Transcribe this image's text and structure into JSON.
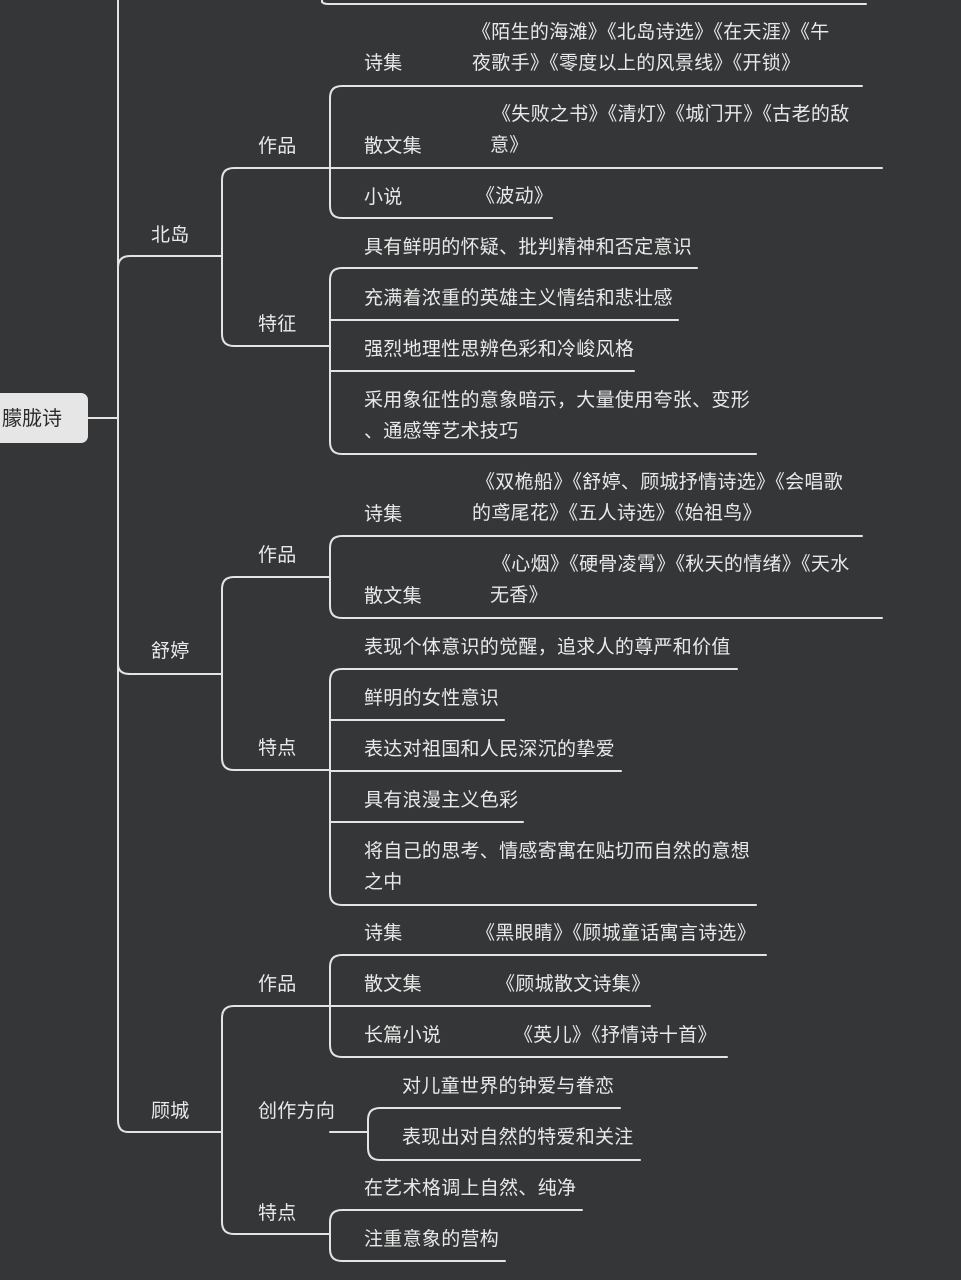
{
  "root": "朦胧诗",
  "poets": [
    {
      "name": "北岛",
      "groups": [
        {
          "label": "作品",
          "items": [
            {
              "label": "诗集",
              "detail": [
                "《陌生的海滩》《北岛诗选》《在天涯》《午",
                "夜歌手》《零度以上的风景线》《开锁》"
              ]
            },
            {
              "label": "散文集",
              "detail": [
                "《失败之书》《清灯》《城门开》《古老的敌",
                "意》"
              ]
            },
            {
              "label": "小说",
              "detail": [
                "《波动》"
              ]
            }
          ]
        },
        {
          "label": "特征",
          "items": [
            {
              "text": [
                "具有鲜明的怀疑、批判精神和否定意识"
              ]
            },
            {
              "text": [
                "充满着浓重的英雄主义情结和悲壮感"
              ]
            },
            {
              "text": [
                "强烈地理性思辨色彩和冷峻风格"
              ]
            },
            {
              "text": [
                "采用象征性的意象暗示，大量使用夸张、变形",
                "、通感等艺术技巧"
              ]
            }
          ]
        }
      ]
    },
    {
      "name": "舒婷",
      "groups": [
        {
          "label": "作品",
          "items": [
            {
              "label": "诗集",
              "detail": [
                "《双桅船》《舒婷、顾城抒情诗选》《会唱歌",
                "的鸢尾花》《五人诗选》《始祖鸟》"
              ]
            },
            {
              "label": "散文集",
              "detail": [
                "《心烟》《硬骨凌霄》《秋天的情绪》《天水",
                "无香》"
              ]
            }
          ]
        },
        {
          "label": "特点",
          "items": [
            {
              "text": [
                "表现个体意识的觉醒，追求人的尊严和价值"
              ]
            },
            {
              "text": [
                "鲜明的女性意识"
              ]
            },
            {
              "text": [
                "表达对祖国和人民深沉的挚爱"
              ]
            },
            {
              "text": [
                "具有浪漫主义色彩"
              ]
            },
            {
              "text": [
                "将自己的思考、情感寄寓在贴切而自然的意想",
                "之中"
              ]
            }
          ]
        }
      ]
    },
    {
      "name": "顾城",
      "groups": [
        {
          "label": "作品",
          "items": [
            {
              "label": "诗集",
              "detail": [
                "《黑眼睛》《顾城童话寓言诗选》"
              ]
            },
            {
              "label": "散文集",
              "detail": [
                "《顾城散文诗集》"
              ]
            },
            {
              "label": "长篇小说",
              "detail": [
                "《英儿》《抒情诗十首》"
              ]
            }
          ]
        },
        {
          "label": "创作方向",
          "items": [
            {
              "text": [
                "对儿童世界的钟爱与眷恋"
              ]
            },
            {
              "text": [
                "表现出对自然的特爱和关注"
              ]
            }
          ]
        },
        {
          "label": "特点",
          "items": [
            {
              "text": [
                "在艺术格调上自然、纯净"
              ]
            },
            {
              "text": [
                "注重意象的营构"
              ]
            }
          ]
        }
      ]
    }
  ]
}
